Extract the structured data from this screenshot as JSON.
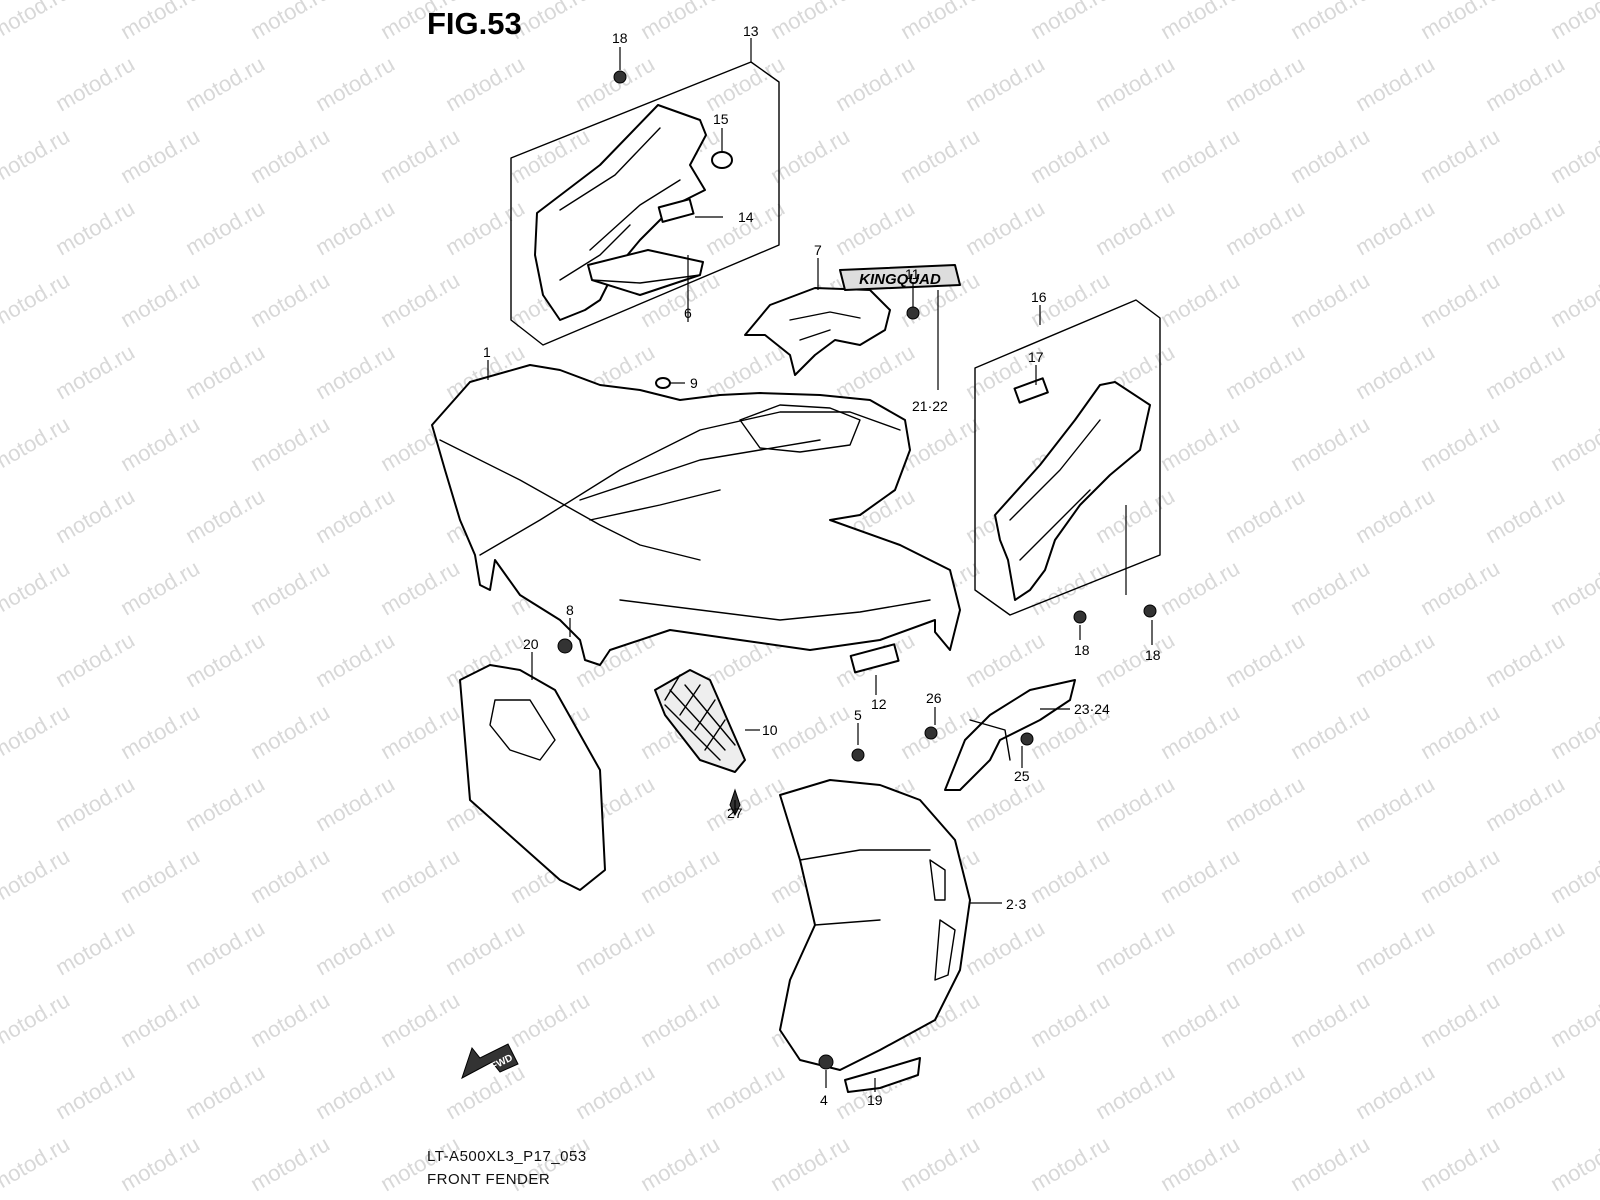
{
  "figure": {
    "title": "FIG.53",
    "code": "LT-A500XL3_P17_053",
    "name": "FRONT FENDER"
  },
  "watermark": "motod.ru",
  "emblem_text": "KINGQUAD",
  "fwd_label": "FWD",
  "callouts": [
    "13",
    "18",
    "15",
    "14",
    "7",
    "11",
    "6",
    "1",
    "9",
    "21·22",
    "16",
    "17",
    "8",
    "20",
    "10",
    "27",
    "12",
    "26",
    "23·24",
    "5",
    "25",
    "18",
    "18",
    "2·3",
    "4",
    "19"
  ]
}
